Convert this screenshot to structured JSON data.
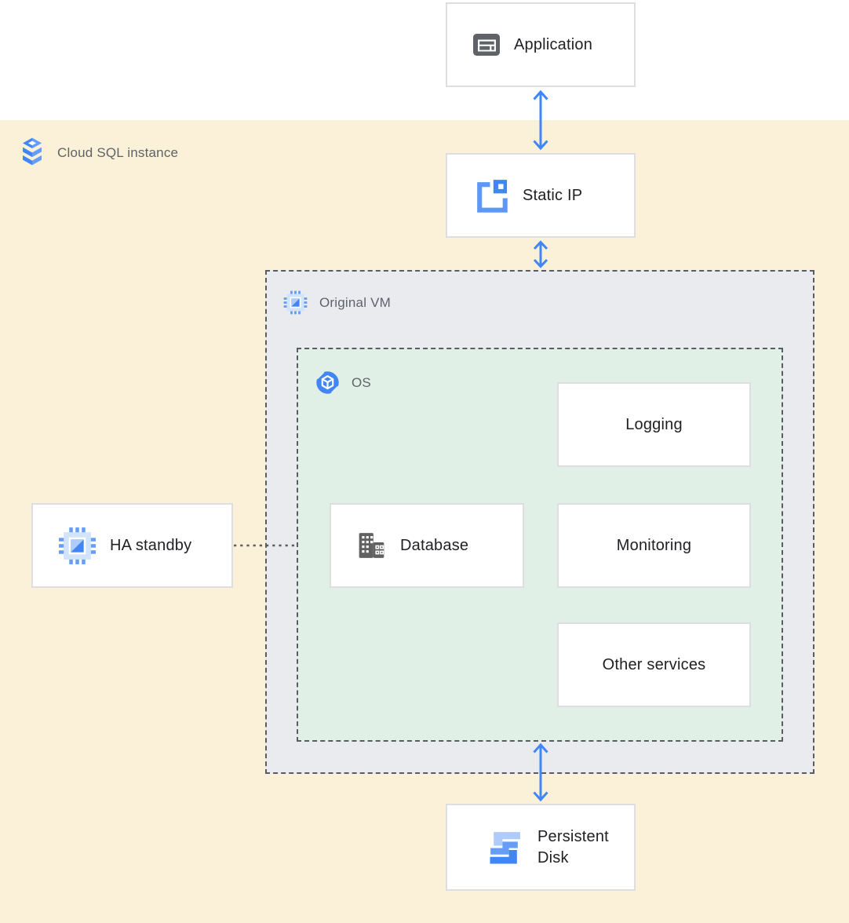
{
  "diagram": {
    "cloud_sql": {
      "label": "Cloud SQL instance"
    },
    "application": {
      "label": "Application"
    },
    "static_ip": {
      "label": "Static IP"
    },
    "original_vm": {
      "label": "Original VM"
    },
    "os": {
      "label": "OS"
    },
    "logging": {
      "label": "Logging"
    },
    "database": {
      "label": "Database"
    },
    "monitoring": {
      "label": "Monitoring"
    },
    "other_services": {
      "label": "Other services"
    },
    "ha_standby": {
      "label": "HA standby"
    },
    "persistent_disk": {
      "label": "Persistent Disk"
    }
  },
  "colors": {
    "cloud_sql_background": "#faf1d8",
    "vm_background": "#e9ebee",
    "os_background": "#e1f0e7",
    "node_border": "#dcdee1",
    "dashed_border": "#595c60",
    "arrow": "#4285f4",
    "label_dark": "#202124",
    "label_gray": "#5f6368",
    "icon_blue": "#4285f4",
    "icon_blue_light": "#aecbfa",
    "icon_blue_mid": "#669df6",
    "icon_gray": "#5f6368"
  }
}
